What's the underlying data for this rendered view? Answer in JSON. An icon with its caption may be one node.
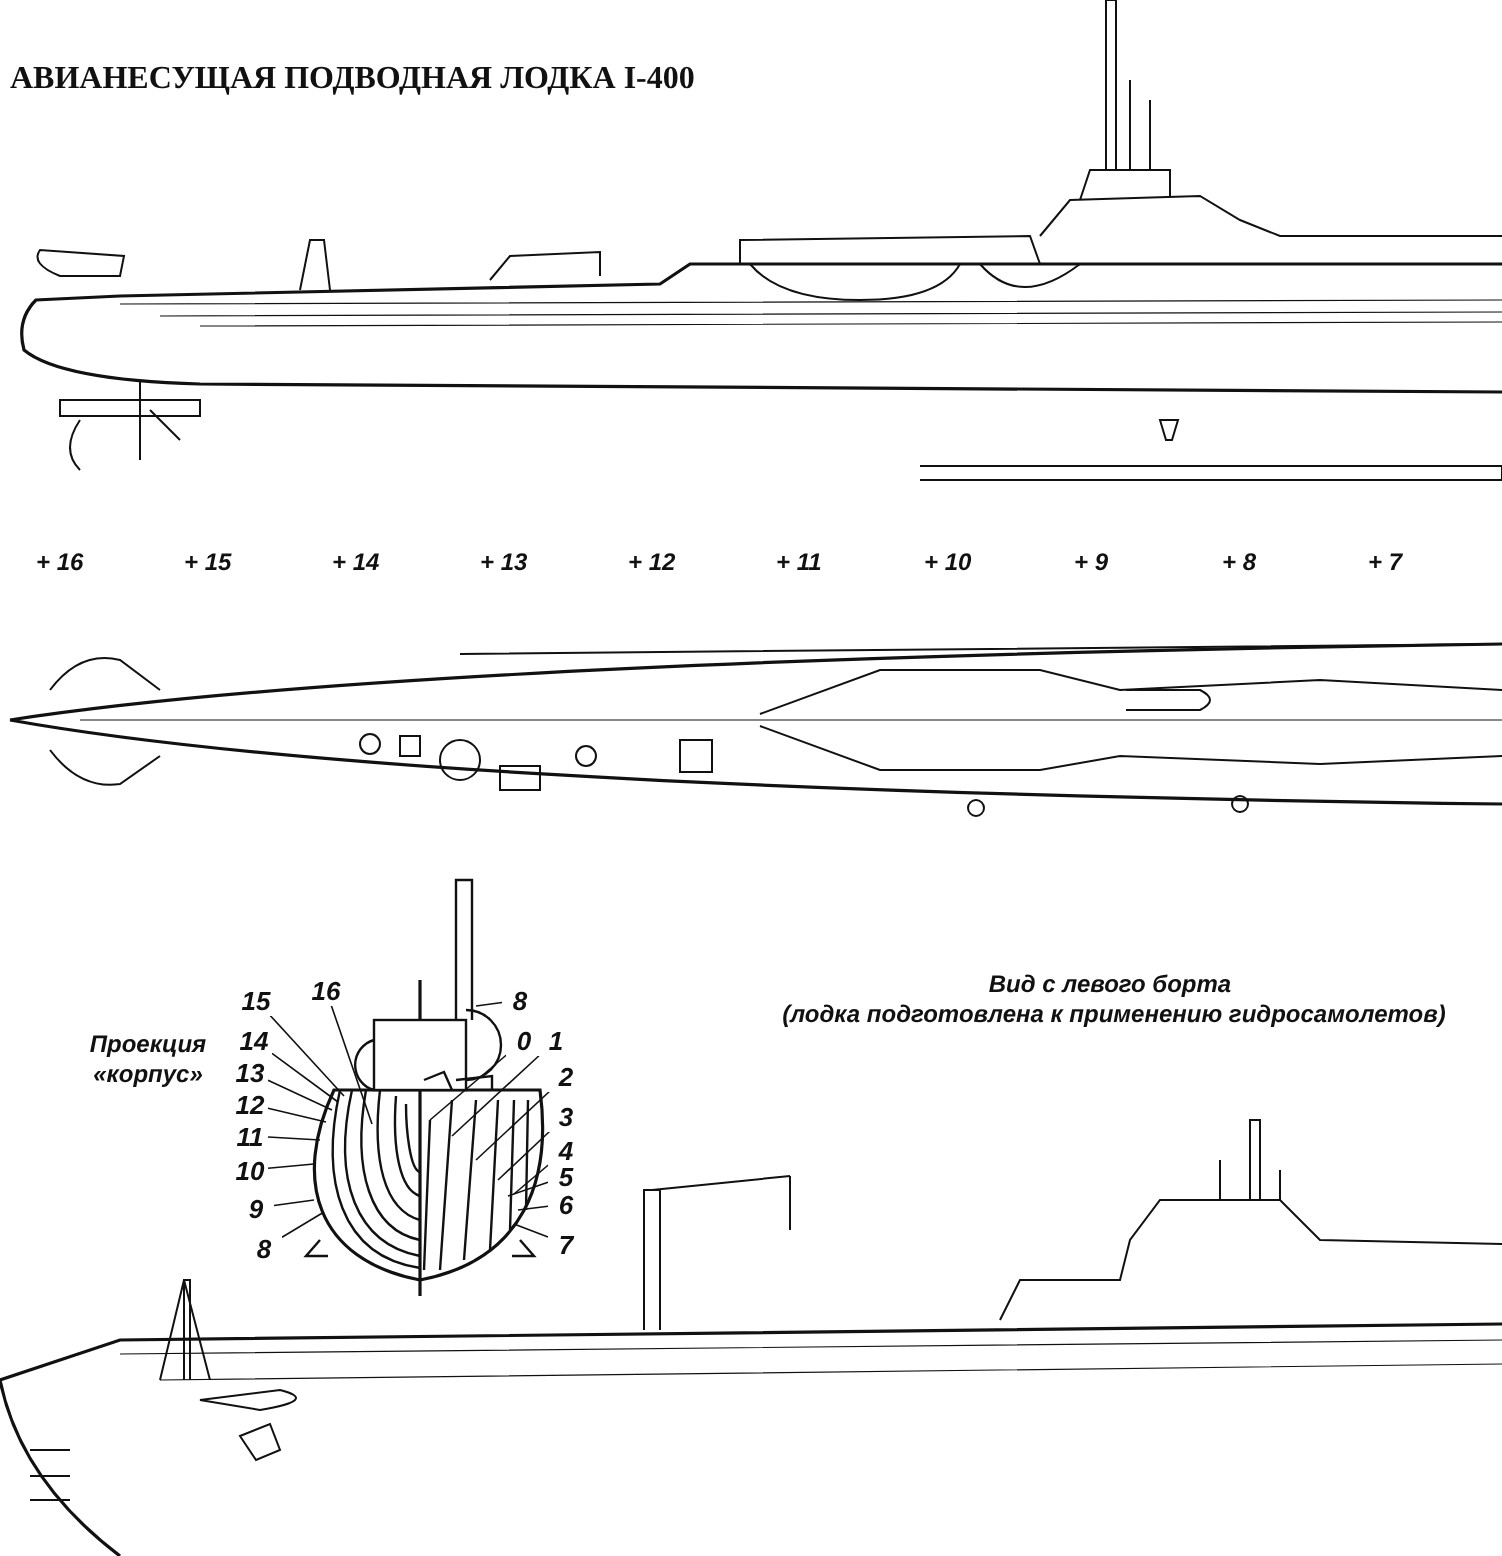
{
  "diagram": {
    "title": "АВИАНЕСУЩАЯ ПОДВОДНАЯ ЛОДКА I-400",
    "nodes": [
      {
        "text": [
          "15"
        ]
      },
      {
        "text": [
          "16"
        ]
      },
      {
        "text": [
          "8"
        ]
      },
      {
        "text": [
          "0"
        ]
      },
      {
        "text": [
          "1"
        ]
      },
      {
        "text": [
          "14"
        ]
      },
      {
        "text": [
          "13"
        ]
      },
      {
        "text": [
          "2"
        ]
      },
      {
        "text": [
          "12"
        ]
      },
      {
        "text": [
          "3"
        ]
      },
      {
        "text": [
          "11"
        ]
      },
      {
        "text": [
          "4"
        ]
      },
      {
        "text": [
          "10"
        ]
      },
      {
        "text": [
          "5"
        ]
      },
      {
        "text": [
          "9"
        ]
      },
      {
        "text": [
          "6"
        ]
      },
      {
        "text": [
          "8"
        ]
      },
      {
        "text": [
          "7"
        ]
      }
    ],
    "edges": [
      {
        "from": 0,
        "to": null,
        "arrow": "none"
      },
      {
        "from": 1,
        "to": null,
        "arrow": "none"
      },
      {
        "from": 2,
        "to": null,
        "arrow": "none"
      },
      {
        "from": 3,
        "to": null,
        "arrow": "none"
      },
      {
        "from": 4,
        "to": null,
        "arrow": "none"
      },
      {
        "from": 5,
        "to": null,
        "arrow": "none"
      },
      {
        "from": 6,
        "to": null,
        "arrow": "none"
      },
      {
        "from": 7,
        "to": null,
        "arrow": "none"
      },
      {
        "from": 8,
        "to": null,
        "arrow": "none"
      },
      {
        "from": 9,
        "to": null,
        "arrow": "none"
      },
      {
        "from": 10,
        "to": null,
        "arrow": "none"
      },
      {
        "from": 11,
        "to": null,
        "arrow": "none"
      },
      {
        "from": 12,
        "to": null,
        "arrow": "none"
      },
      {
        "from": 13,
        "to": null,
        "arrow": "none"
      },
      {
        "from": 14,
        "to": null,
        "arrow": "none"
      },
      {
        "from": 15,
        "to": null,
        "arrow": "none"
      },
      {
        "from": 16,
        "to": null,
        "arrow": "none"
      },
      {
        "from": 17,
        "to": null,
        "arrow": "none"
      }
    ],
    "labels": [
      "+ 16",
      "+ 15",
      "+ 14",
      "+ 13",
      "+ 12",
      "+ 11",
      "+ 10",
      "+ 9",
      "+ 8",
      "+ 7",
      "Проекция «корпус»",
      "Вид с левого борта",
      "(лодка подготовлена к применению гидросамолетов)"
    ]
  }
}
